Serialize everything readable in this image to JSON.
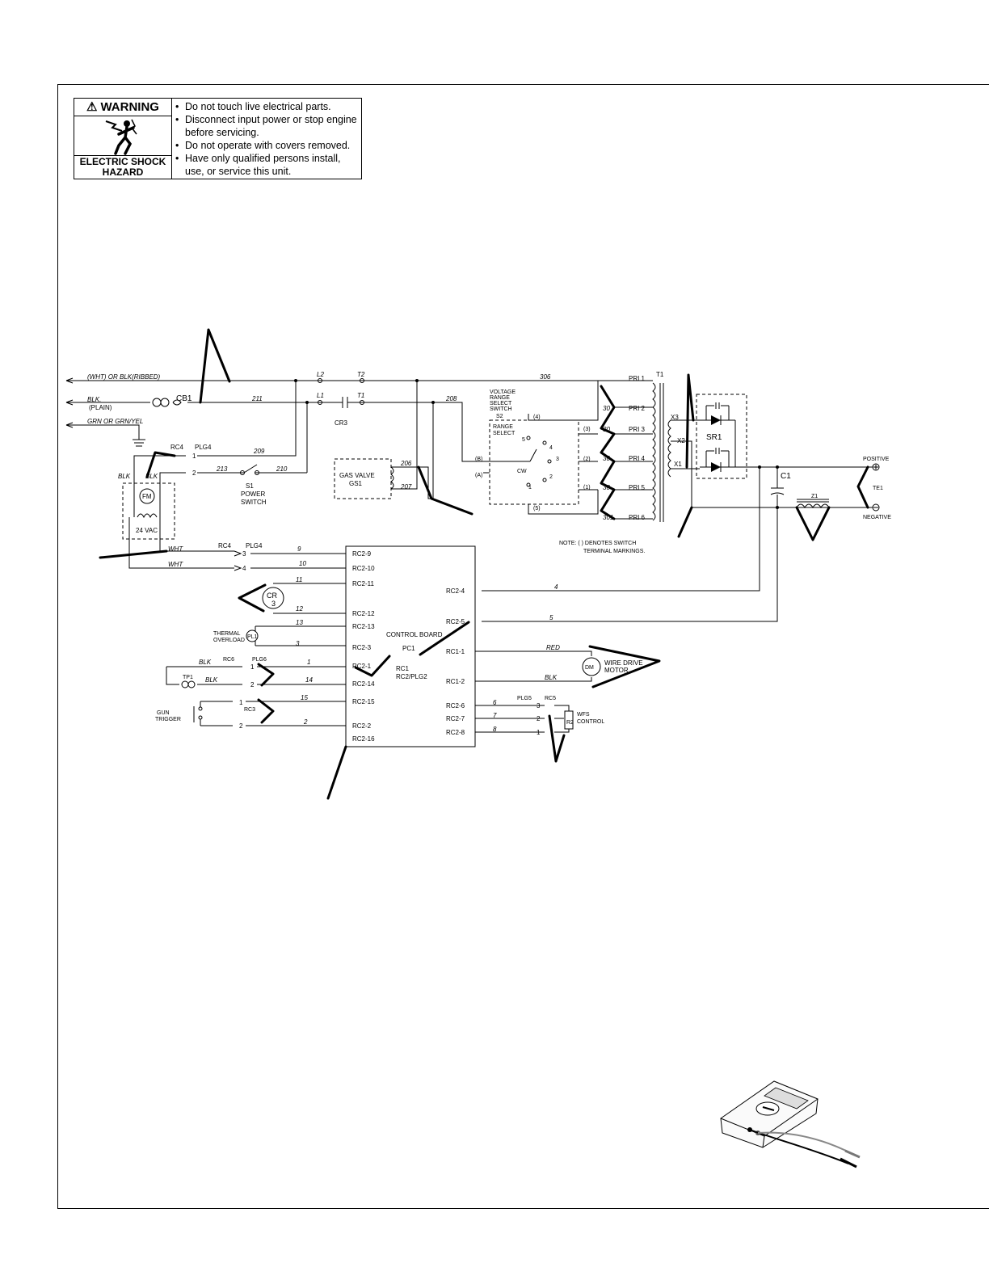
{
  "warning": {
    "title": "WARNING",
    "hazard": "ELECTRIC SHOCK HAZARD",
    "items": [
      "Do not touch live electrical parts.",
      "Disconnect input power or stop engine before servicing.",
      "Do not operate with covers removed.",
      "Have only qualified persons install, use, or service this unit."
    ]
  },
  "labels": {
    "wht_or_blk": "(WHT)   OR  BLK(RIBBED)",
    "blk": "BLK.",
    "plain": "(PLAIN)",
    "grn": "GRN  OR  GRN/YEL",
    "cb1": "CB1",
    "l2": "L2",
    "t2": "T2",
    "l1": "L1",
    "t1": "T1",
    "cr3": "CR3",
    "w306": "306",
    "w211": "211",
    "w208": "208",
    "w209": "209",
    "w213": "213",
    "w210": "210",
    "w206": "206",
    "w207": "207",
    "rc4": "RC4",
    "plg4": "PLG4",
    "s1": "S1",
    "power": "POWER",
    "switch": "SWITCH",
    "fm": "FM",
    "vac": "24  VAC",
    "blk_a": "BLK",
    "blk_b": "BLK",
    "gas1": "GAS VALVE",
    "gas2": "GS1",
    "vr1": "VOLTAGE",
    "vr2": "RANGE",
    "vr3": "SELECT",
    "vr4": "SWITCH",
    "s2": "S2",
    "rs1": "RANGE",
    "rs2": "SELECT",
    "cw": "CW",
    "pri1": "PRI  1",
    "pri2": "PRI  2",
    "pri3": "PRI  3",
    "pri4": "PRI  4",
    "pri5": "PRI  5",
    "pri6": "PRI  6",
    "t1_label": "T1",
    "n30a": "30",
    "n30b": "30",
    "n30c": "30",
    "n30d": "30",
    "n301": "301",
    "x1": "X1",
    "x2": "X2",
    "x3": "X3",
    "sr1": "SR1",
    "c1": "C1",
    "z1": "Z1",
    "te1": "TE1",
    "positive": "POSITIVE",
    "negative": "NEGATIVE",
    "note1": "NOTE:  (  )  DENOTES  SWITCH",
    "note2": "TERMINAL  MARKINGS.",
    "s2_t4": "(4)",
    "s2_t3": "(3)",
    "s2_t2": "(2)",
    "s2_t1": "(1)",
    "s2_t5": "(5)",
    "s2_tb": "(B)",
    "s2_ta": "(A)",
    "pos5": "5",
    "pos4": "4",
    "pos3": "3",
    "pos2": "2",
    "pos1": "1",
    "wht1": "WHT",
    "wht2": "WHT",
    "rc4b": "RC4",
    "plg4b": "PLG4",
    "cr": "CR",
    "cr_num": "3",
    "thermal1": "THERMAL",
    "thermal2": "OVERLOAD",
    "pl1": "PL1",
    "rc6": "RC6",
    "plg6": "PLG6",
    "tp1": "TP1",
    "gun1": "GUN",
    "gun2": "TRIGGER",
    "rc3": "RC3",
    "cb_label": "CONTROL  BOARD",
    "pc1": "PC1",
    "rc1": "RC1",
    "rc2plg2": "RC2/PLG2",
    "red": "RED",
    "blk_m": "BLK",
    "dm": "DM",
    "wd1": "WIRE  DRIVE",
    "wd2": "MOTOR",
    "plg5": "PLG5",
    "rc5": "RC5",
    "r2": "R2",
    "wfs1": "WFS",
    "wfs2": "CONTROL",
    "blk_c": "BLK",
    "blk_d": "BLK"
  },
  "pins_left": [
    {
      "pin": "RC2-9",
      "wire": "9",
      "plug": "3"
    },
    {
      "pin": "RC2-10",
      "wire": "10",
      "plug": "4"
    },
    {
      "pin": "RC2-11",
      "wire": "11",
      "plug": ""
    },
    {
      "pin": "RC2-12",
      "wire": "12",
      "plug": ""
    },
    {
      "pin": "RC2-13",
      "wire": "13",
      "plug": ""
    },
    {
      "pin": "RC2-3",
      "wire": "3",
      "plug": ""
    },
    {
      "pin": "RC2-1",
      "wire": "1",
      "plug": "1"
    },
    {
      "pin": "RC2-14",
      "wire": "14",
      "plug": "2"
    },
    {
      "pin": "RC2-15",
      "wire": "15",
      "plug": "1"
    },
    {
      "pin": "RC2-2",
      "wire": "2",
      "plug": "2"
    },
    {
      "pin": "RC2-16",
      "wire": "",
      "plug": ""
    }
  ],
  "pins_right": [
    {
      "pin": "RC2-4",
      "wire": "4",
      "plug": ""
    },
    {
      "pin": "RC2-5",
      "wire": "5",
      "plug": ""
    },
    {
      "pin": "RC1-1",
      "wire": "",
      "plug": ""
    },
    {
      "pin": "RC1-2",
      "wire": "",
      "plug": ""
    },
    {
      "pin": "RC2-6",
      "wire": "6",
      "plug": "3"
    },
    {
      "pin": "RC2-7",
      "wire": "7",
      "plug": "2"
    },
    {
      "pin": "RC2-8",
      "wire": "8",
      "plug": "1"
    }
  ],
  "plg4_1": "1",
  "plg4_2": "2"
}
